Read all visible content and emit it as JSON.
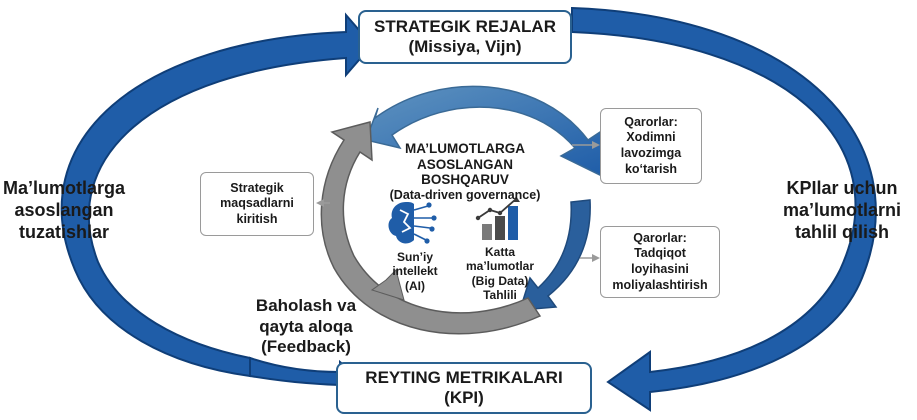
{
  "top_box": {
    "line1": "STRATEGIK REJALAR",
    "line2": "(Missiya, Vijn)"
  },
  "bottom_box": {
    "line1": "REYTING METRIKALARI",
    "line2": "(KPI)"
  },
  "left_label": [
    "Ma’lumotlarga",
    "asoslangan",
    "tuzatishlar"
  ],
  "right_label": [
    "KPIlar uchun",
    "ma’lumotlarni",
    "tahlil qilish"
  ],
  "feedback_label": [
    "Baholash va",
    "qayta aloqa",
    "(Feedback)"
  ],
  "center_title": [
    "MA’LUMOTLARGA",
    "ASOSLANGAN",
    "BOSHQARUV",
    "(Data-driven governance)"
  ],
  "ai_label": [
    "Sun’iy",
    "intellekt",
    "(AI)"
  ],
  "bigdata_label": [
    "Katta",
    "ma’lumotlar",
    "(Big Data)",
    "Tahlili"
  ],
  "left_box": [
    "Strategik",
    "maqsadlarni",
    "kiritish"
  ],
  "right_box_1": [
    "Qarorlar:",
    "Xodimni",
    "lavozimga",
    "ko‘tarish"
  ],
  "right_box_2": [
    "Qarorlar:",
    "Tadqiqot",
    "loyihasini",
    "moliyalashtirish"
  ],
  "icons": {
    "ai": "brain-circuit-icon",
    "bigdata": "bar-chart-growth-icon"
  },
  "colors": {
    "outer_arrow": "#1f5da8",
    "outer_arrow_edge": "#0f3e78",
    "inner_arrow_blue": "#5f93c0",
    "inner_arrow_gray": "#8f8f8f",
    "box_border": "#2a6190",
    "icon_blue": "#1f5da8"
  }
}
